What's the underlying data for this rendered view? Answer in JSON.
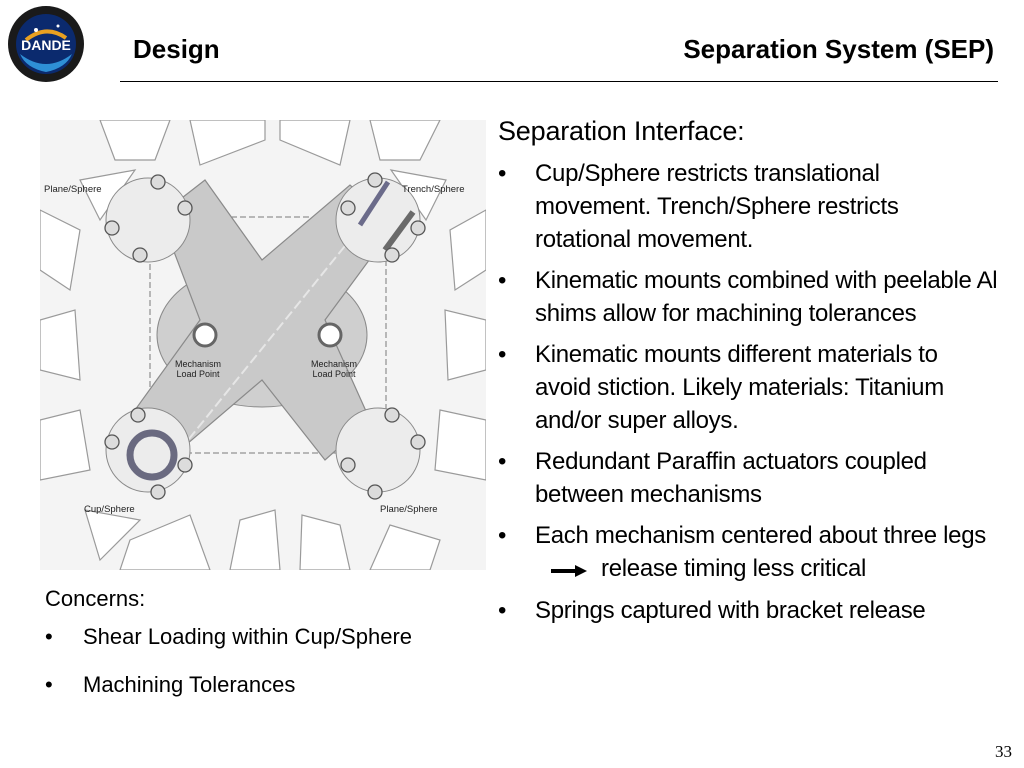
{
  "header": {
    "logo_text": "DANDE",
    "title_left": "Design",
    "title_right": "Separation System (SEP)"
  },
  "figure": {
    "labels": {
      "top_left": "Plane/Sphere",
      "top_right": "Trench/Sphere",
      "bottom_left": "Cup/Sphere",
      "bottom_right": "Plane/Sphere",
      "load_point_left_1": "Mechanism",
      "load_point_left_2": "Load Point",
      "load_point_right_1": "Mechanism",
      "load_point_right_2": "Load Point"
    }
  },
  "right_panel": {
    "title": "Separation Interface:",
    "bullet": "•",
    "bullets": [
      "Cup/Sphere restricts translational movement.  Trench/Sphere restricts rotational movement.",
      "Kinematic mounts combined with peelable Al shims allow for machining tolerances",
      "Kinematic mounts different materials to avoid stiction.  Likely materials: Titanium and/or super alloys.",
      "Redundant Paraffin actuators coupled between mechanisms",
      {
        "before": "Each mechanism centered about three legs",
        "after": "release timing less critical"
      },
      "Springs captured with bracket release"
    ]
  },
  "concerns": {
    "title": "Concerns:",
    "items": [
      "Shear Loading within Cup/Sphere",
      "Machining Tolerances"
    ]
  },
  "page_number": "33"
}
